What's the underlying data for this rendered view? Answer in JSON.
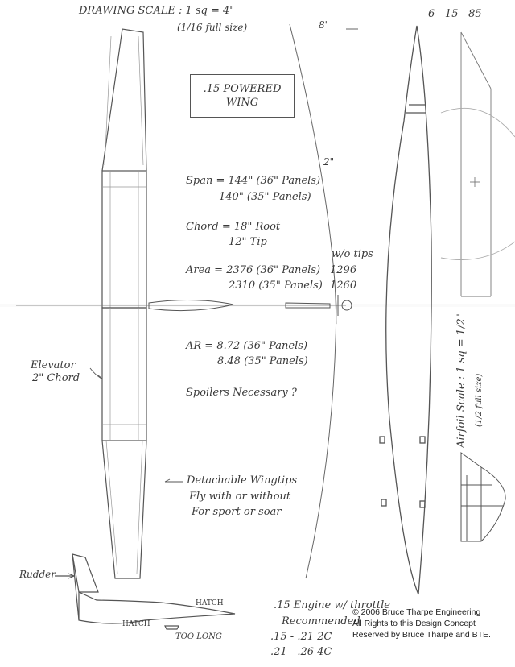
{
  "header": {
    "scale": "DRAWING SCALE : 1 sq = 4\"",
    "scale_sub": "(1/16 full size)",
    "date": "6 - 15 - 85"
  },
  "title_box": {
    "line1": ".15 POWERED",
    "line2": "WING"
  },
  "specs": {
    "span_1": "Span = 144\" (36\" Panels)",
    "span_2": "140\" (35\" Panels)",
    "chord_1": "Chord = 18\" Root",
    "chord_2": "12\" Tip",
    "area_1": "Area = 2376 (36\" Panels)",
    "area_2": "2310 (35\" Panels)",
    "wo_tips": "w/o tips",
    "wo_tips_1": "1296",
    "wo_tips_2": "1260",
    "ar_1": "AR = 8.72 (36\" Panels)",
    "ar_2": "8.48 (35\" Panels)",
    "spoilers": "Spoilers Necessary ?"
  },
  "labels": {
    "elevator_1": "Elevator",
    "elevator_2": "2\" Chord",
    "wingtips_1": "Detachable Wingtips",
    "wingtips_2": "Fly with or without",
    "wingtips_3": "For sport or soar",
    "rudder": "Rudder",
    "hatch_top": "HATCH",
    "hatch_bottom": "HATCH",
    "too_long": "TOO LONG",
    "dim_8": "8\"",
    "dim_2": "2\"",
    "airfoil_scale": "Airfoil Scale : 1 sq = 1/2\"",
    "airfoil_sub": "(1/2 full size)"
  },
  "engine": {
    "line1": ".15 Engine w/ throttle",
    "line2": "Recommended",
    "row1": ".15 - .21 2C",
    "row2": ".21 - .26 4C"
  },
  "copyright": {
    "line1": "© 2006 Bruce Tharpe Engineering",
    "line2": "All Rights to this Design Concept",
    "line3": "Reserved by Bruce Tharpe and BTE."
  },
  "colors": {
    "ink": "#3a3a3a",
    "paper": "#ffffff",
    "grid": "#dcdcdc"
  }
}
